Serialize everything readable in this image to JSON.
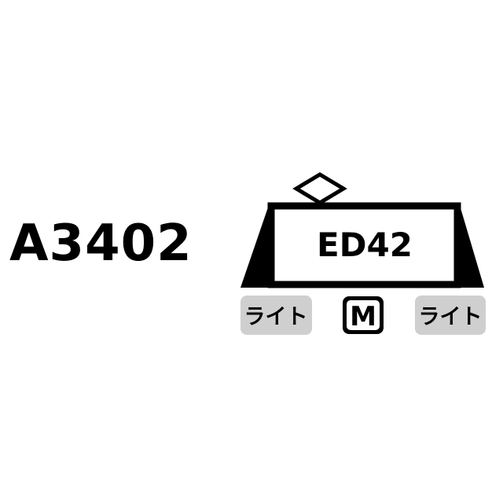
{
  "product_code": "A3402",
  "loco": {
    "name": "ED42",
    "left_badge": "ライト",
    "center_badge": "M",
    "right_badge": "ライト"
  },
  "colors": {
    "ink": "#000000",
    "badge_gray": "#cfcfcf",
    "background": "#ffffff"
  }
}
